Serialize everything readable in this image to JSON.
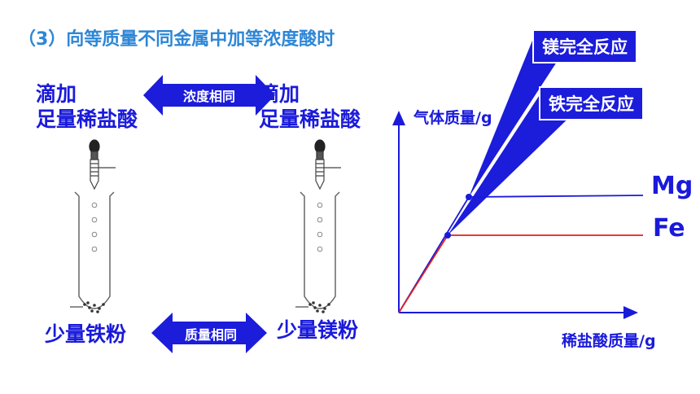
{
  "title": "（3）向等质量不同金属中加等浓度酸时",
  "left_setup": {
    "drop_label_line1": "滴加",
    "drop_label_line2": "足量稀盐酸",
    "powder_label": "少量铁粉"
  },
  "right_setup": {
    "drop_label_line1": "滴加",
    "drop_label_line2": "足量稀盐酸",
    "powder_label": "少量镁粉"
  },
  "arrows": {
    "top_label": "浓度相同",
    "bottom_label": "质量相同"
  },
  "graph": {
    "y_label": "气体质量/g",
    "x_label": "稀盐酸质量/g",
    "line_mg_label": "Mg",
    "line_fe_label": "Fe",
    "callout_mg": "镁完全反应",
    "callout_fe": "铁完全反应",
    "colors": {
      "axis": "#1a1adb",
      "mg_line": "#1a1adb",
      "fe_line": "#e02020",
      "callout_bg": "#1c1cdb"
    }
  }
}
